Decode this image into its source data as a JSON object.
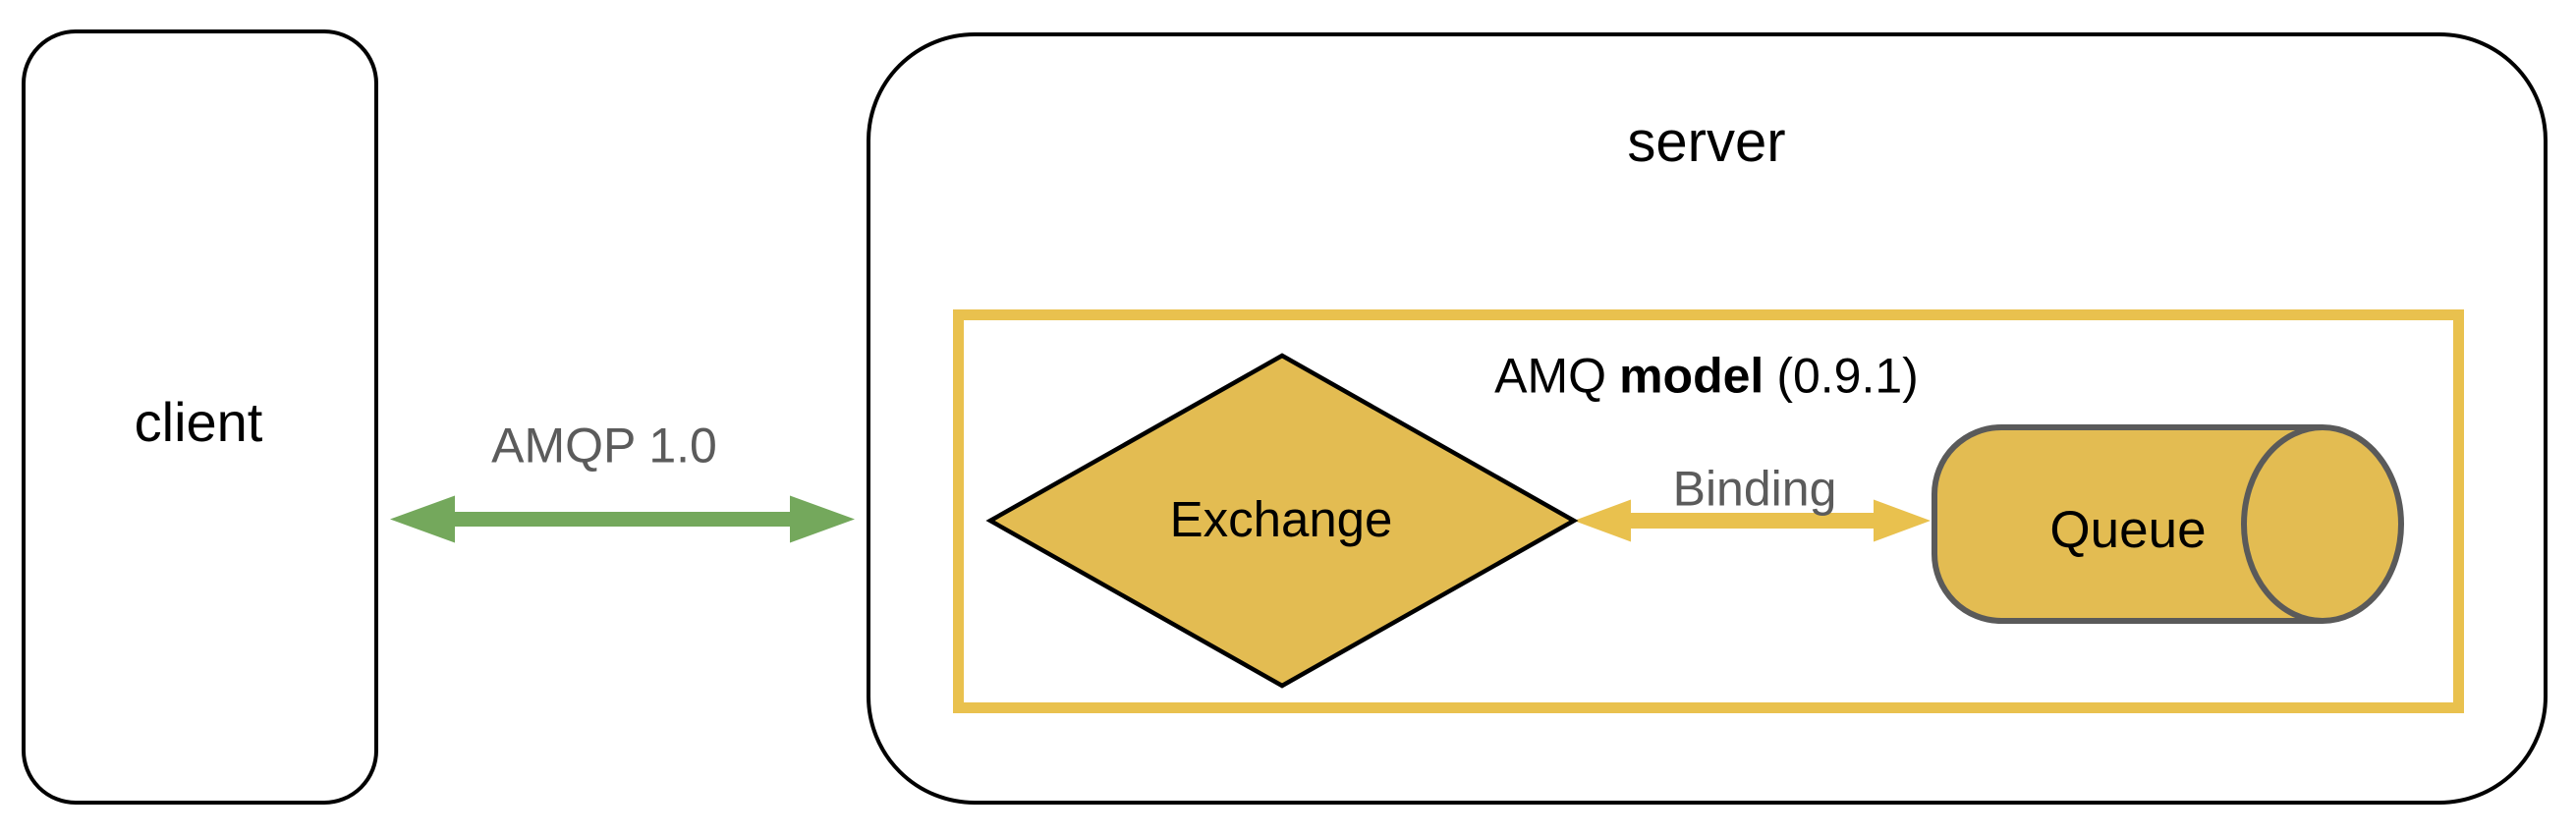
{
  "client": {
    "label": "client"
  },
  "protocol_arrow": {
    "label": "AMQP 1.0"
  },
  "server": {
    "label": "server"
  },
  "amq_model": {
    "label_prefix": "AMQ",
    "label_bold": "model",
    "label_suffix": "(0.9.1)"
  },
  "exchange": {
    "label": "Exchange"
  },
  "binding_arrow": {
    "label": "Binding"
  },
  "queue": {
    "label": "Queue"
  },
  "colors": {
    "background": "#ffffff",
    "box_outline": "#000000",
    "green_arrow": "#74a85c",
    "yellow_accent": "#e9c14e",
    "yellow_fill": "#e3bc52",
    "cylinder_outline": "#5a5a5a",
    "gray_text": "#5b5b5b",
    "black_text": "#000000"
  }
}
